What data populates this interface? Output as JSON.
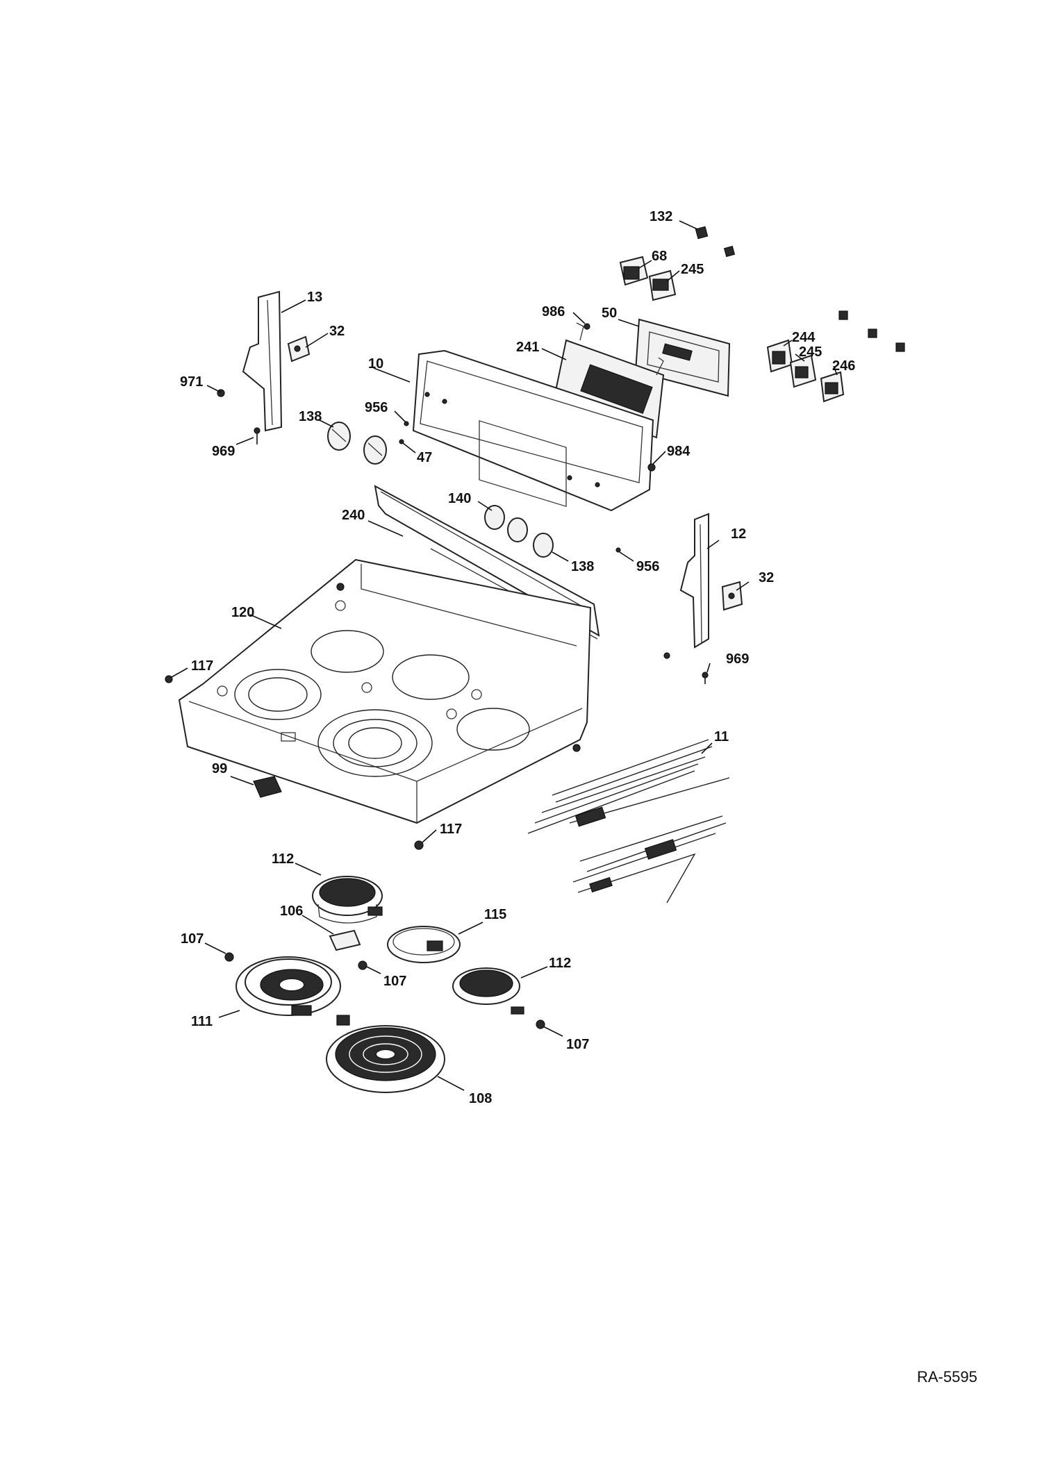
{
  "diagram": {
    "reference_code": "RA-5595",
    "callouts": [
      {
        "id": "c132a",
        "text": "132"
      },
      {
        "id": "c68",
        "text": "68"
      },
      {
        "id": "c245a",
        "text": "245"
      },
      {
        "id": "c13",
        "text": "13"
      },
      {
        "id": "c986",
        "text": "986"
      },
      {
        "id": "c50",
        "text": "50"
      },
      {
        "id": "c32a",
        "text": "32"
      },
      {
        "id": "c241",
        "text": "241"
      },
      {
        "id": "c244",
        "text": "244"
      },
      {
        "id": "c245b",
        "text": "245"
      },
      {
        "id": "c10",
        "text": "10"
      },
      {
        "id": "c246",
        "text": "246"
      },
      {
        "id": "c971",
        "text": "971"
      },
      {
        "id": "c956a",
        "text": "956"
      },
      {
        "id": "c138a",
        "text": "138"
      },
      {
        "id": "c969a",
        "text": "969"
      },
      {
        "id": "c47",
        "text": "47"
      },
      {
        "id": "c984",
        "text": "984"
      },
      {
        "id": "c140",
        "text": "140"
      },
      {
        "id": "c240",
        "text": "240"
      },
      {
        "id": "c12",
        "text": "12"
      },
      {
        "id": "c138b",
        "text": "138"
      },
      {
        "id": "c956b",
        "text": "956"
      },
      {
        "id": "c32b",
        "text": "32"
      },
      {
        "id": "c120",
        "text": "120"
      },
      {
        "id": "c969b",
        "text": "969"
      },
      {
        "id": "c117a",
        "text": "117"
      },
      {
        "id": "c11",
        "text": "11"
      },
      {
        "id": "c99",
        "text": "99"
      },
      {
        "id": "c117b",
        "text": "117"
      },
      {
        "id": "c112a",
        "text": "112"
      },
      {
        "id": "c106",
        "text": "106"
      },
      {
        "id": "c115",
        "text": "115"
      },
      {
        "id": "c107a",
        "text": "107"
      },
      {
        "id": "c107b",
        "text": "107"
      },
      {
        "id": "c112b",
        "text": "112"
      },
      {
        "id": "c111",
        "text": "111"
      },
      {
        "id": "c107c",
        "text": "107"
      },
      {
        "id": "c108",
        "text": "108"
      }
    ]
  }
}
